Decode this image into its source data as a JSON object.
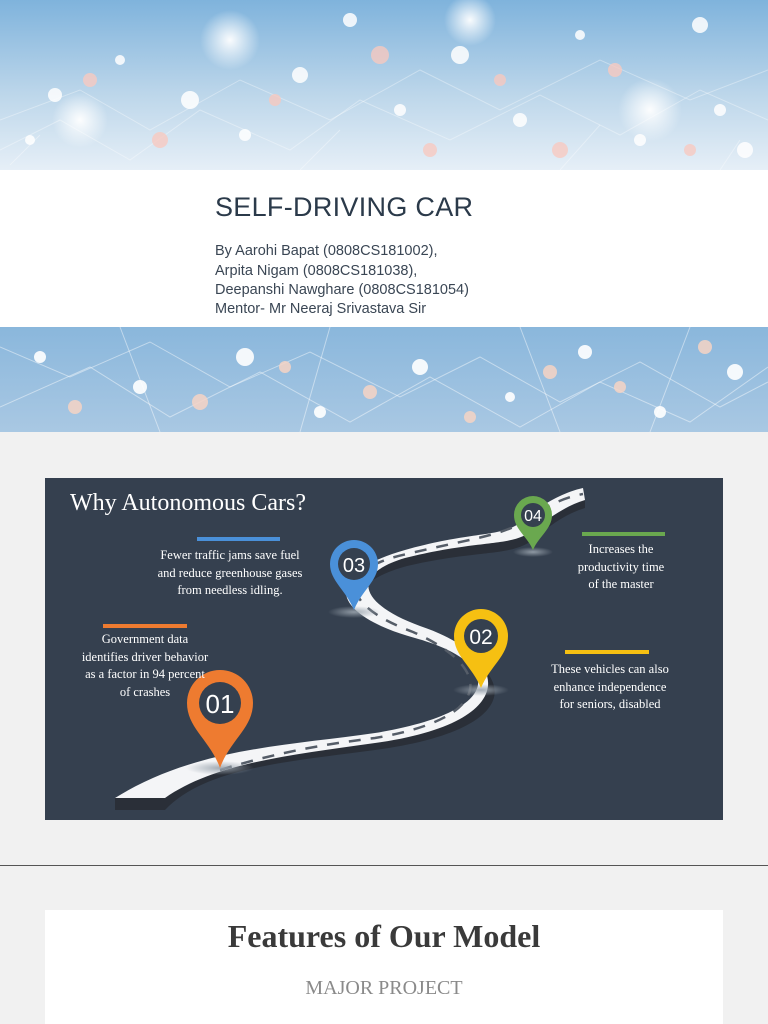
{
  "slide1": {
    "title": "SELF-DRIVING CAR",
    "authors": [
      "By Aarohi Bapat (0808CS181002),",
      "Arpita Nigam (0808CS181038),",
      "Deepanshi Nawghare (0808CS181054)",
      "Mentor- Mr Neeraj Srivastava Sir"
    ]
  },
  "slide2": {
    "title": "Why Autonomous Cars?",
    "pins": [
      {
        "label": "01",
        "color": "#ee7b30"
      },
      {
        "label": "02",
        "color": "#f6c012"
      },
      {
        "label": "03",
        "color": "#4a90d9"
      },
      {
        "label": "04",
        "color": "#6aa84f"
      }
    ],
    "facts": [
      {
        "lines": [
          "Government data",
          "identifies driver behavior",
          "as a factor in 94 percent",
          "of crashes"
        ],
        "accent": "#ee7b30"
      },
      {
        "lines": [
          "These vehicles can also",
          "enhance independence",
          "for seniors, disabled"
        ],
        "accent": "#f6c012"
      },
      {
        "lines": [
          "Fewer traffic jams save fuel",
          "and reduce greenhouse gases",
          "from needless idling."
        ],
        "accent": "#4a90d9"
      },
      {
        "lines": [
          "Increases the",
          "productivity time",
          "of the master"
        ],
        "accent": "#6aa84f"
      }
    ]
  },
  "slide3": {
    "title": "Features of Our Model",
    "subtitle": "MAJOR PROJECT"
  }
}
